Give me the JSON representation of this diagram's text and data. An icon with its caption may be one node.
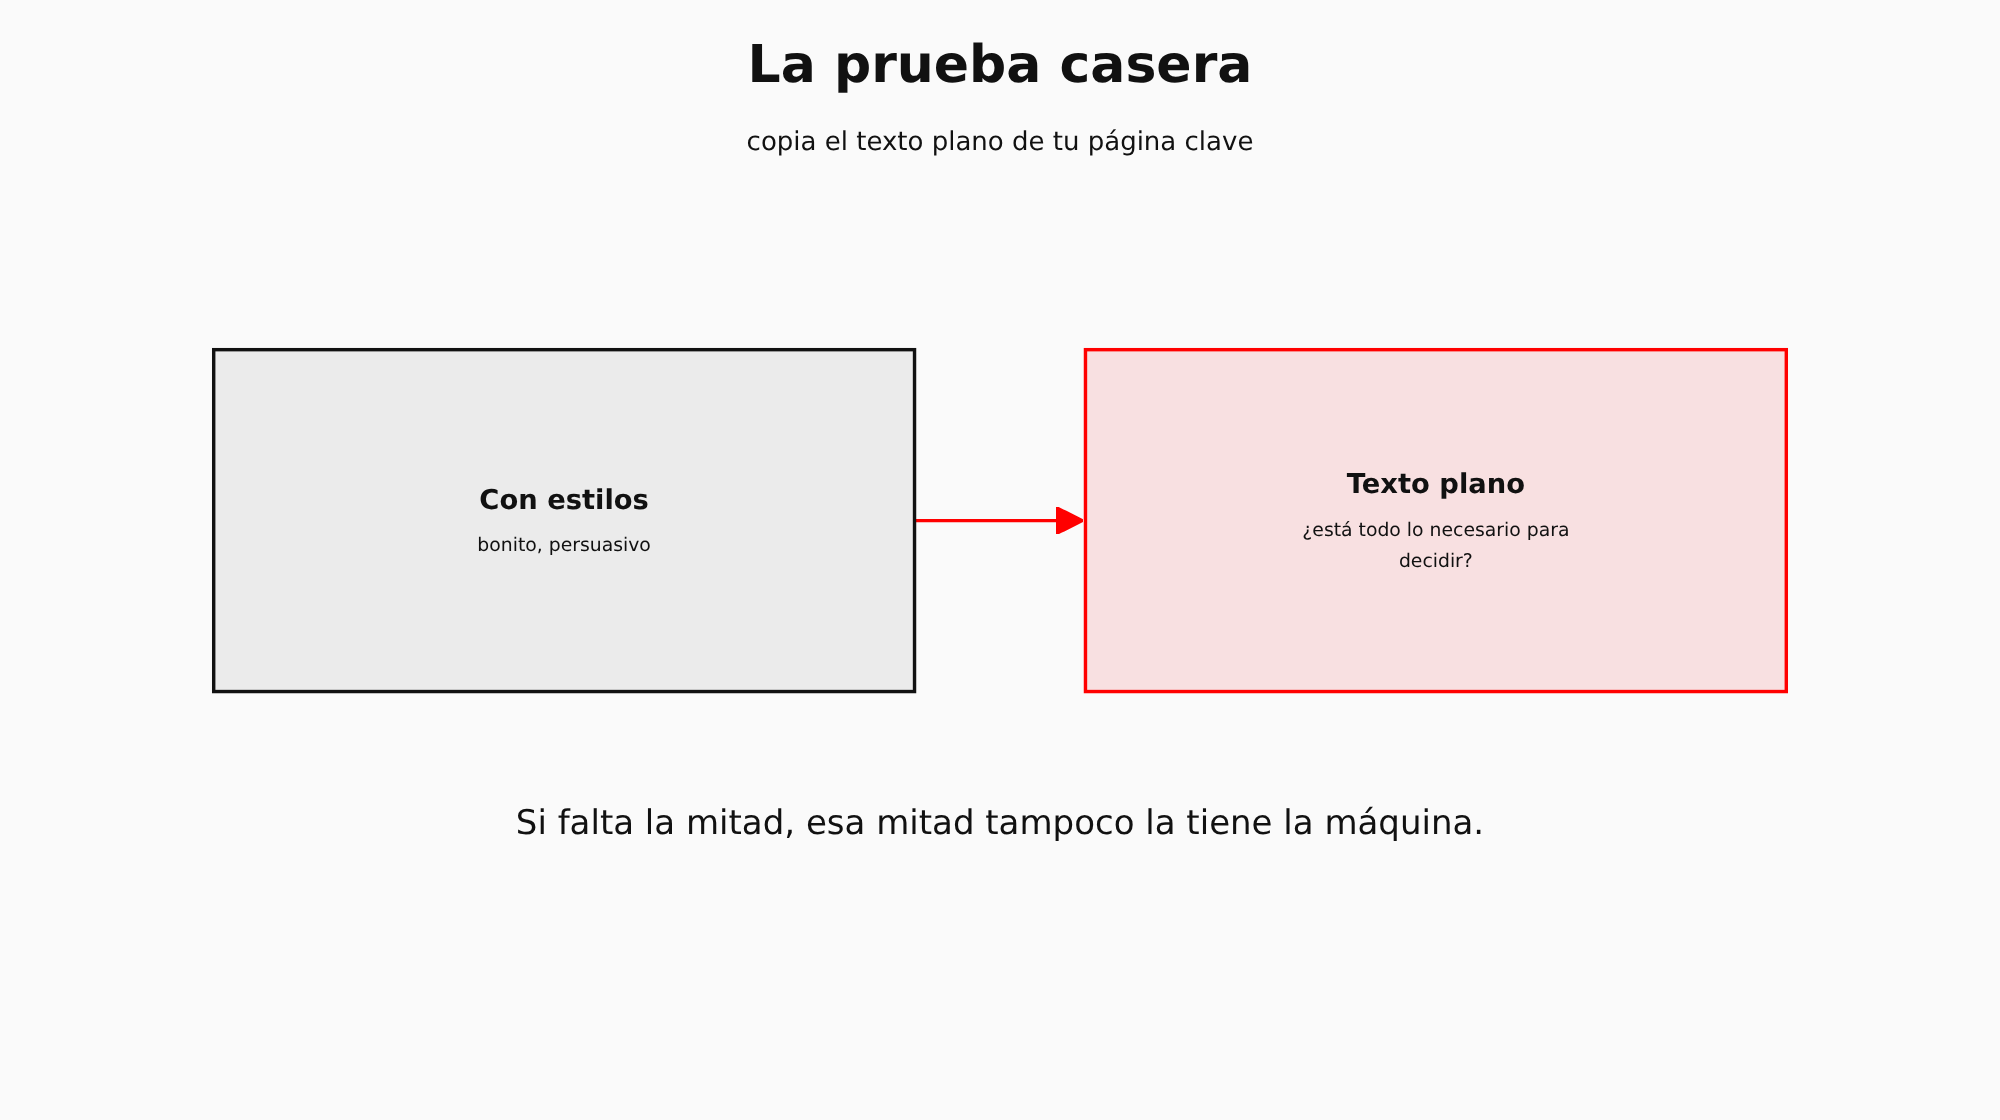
{
  "diagram": {
    "title": "La prueba casera",
    "nodes": [
      {
        "text": [
          "Con estilos",
          "bonito, persuasivo"
        ]
      },
      {
        "text": [
          "Texto plano",
          "¿está todo lo necesario para decidir?"
        ]
      }
    ],
    "edges": [
      {
        "from": 0,
        "to": 1,
        "arrow": "to",
        "color": "#ff0000"
      }
    ],
    "labels": [
      "copia el texto plano de tu página clave"
    ],
    "caption": "Si falta la mitad, esa mitad tampoco la tiene la máquina."
  }
}
